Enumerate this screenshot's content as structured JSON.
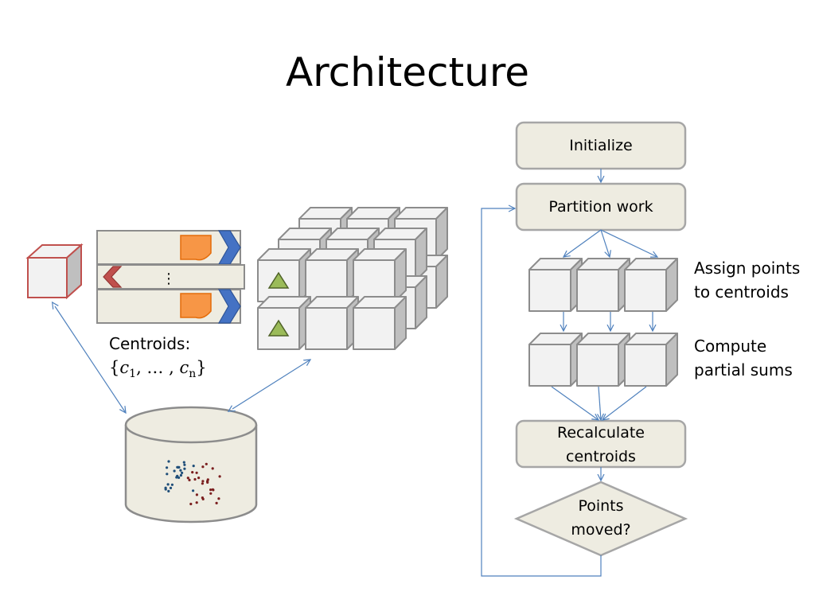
{
  "slide": {
    "title": "Architecture"
  },
  "flow": {
    "initialize": "Initialize",
    "partition": "Partition work",
    "recalculate_line1": "Recalculate",
    "recalculate_line2": "centroids",
    "decision_line1": "Points",
    "decision_line2": "moved?",
    "assign_line1": "Assign points",
    "assign_line2": "to centroids",
    "compute_line1": "Compute",
    "compute_line2": "partial sums"
  },
  "left": {
    "centroids_label": "Centroids:",
    "centroid_set": {
      "open": "{",
      "c": "c",
      "sub1": "1",
      "mid": ", … , ",
      "subn": "n",
      "close": "}"
    },
    "ellipsis": "⋮"
  },
  "colors": {
    "box_fill": "#eeece1",
    "box_stroke": "#8c8c8c",
    "cube_face": "#f2f2f2",
    "cube_side": "#bfbfbf",
    "arrow": "#4f81bd",
    "blue_chevron": "#4472c4",
    "red_chevron": "#c0504d",
    "orange_doc": "#f79646",
    "green_triangle": "#9bbb59",
    "red_cube": "#c0504d",
    "blue_dots": "#1f4e79",
    "red_dots": "#7b1f1f"
  },
  "icons": {
    "single_cube": "cube-icon",
    "cluster_grid": "cube-cluster-icon",
    "database": "database-cylinder-icon",
    "document": "document-icon",
    "chevron_right": "chevron-right-icon",
    "chevron_left": "chevron-left-icon",
    "triangle": "triangle-icon"
  }
}
